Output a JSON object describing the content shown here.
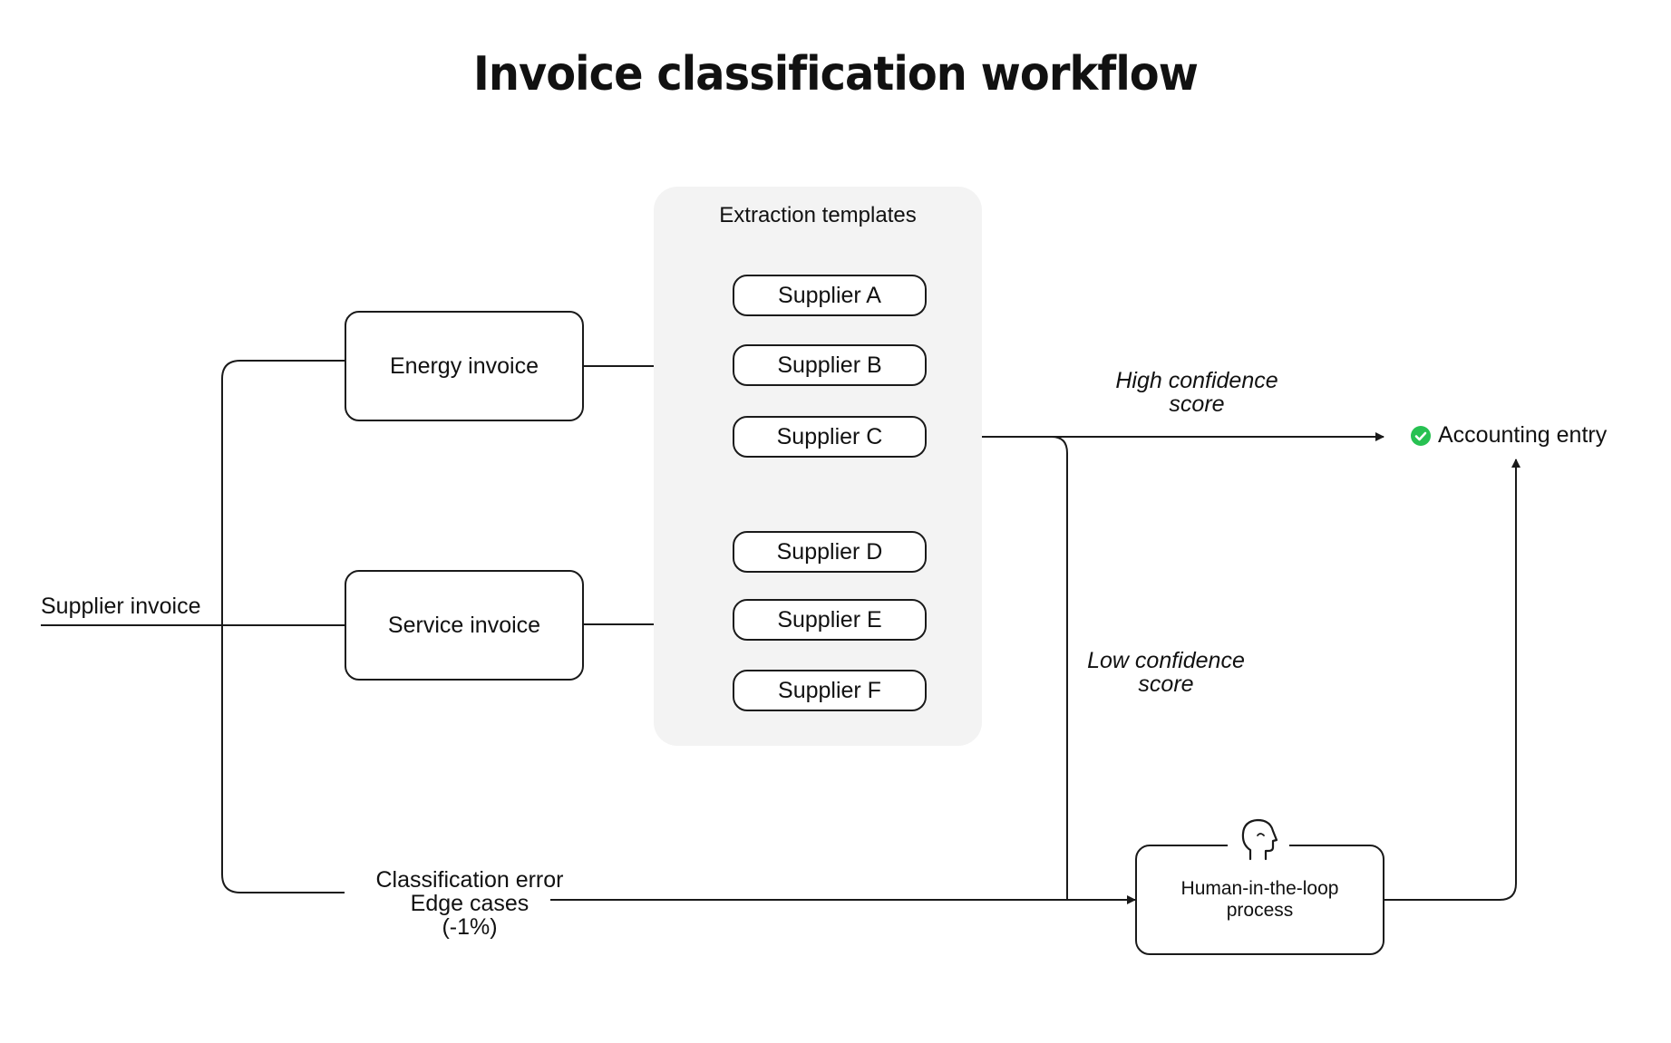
{
  "diagram": {
    "title": "Invoice classification workflow",
    "input_label": "Supplier invoice",
    "categories": [
      {
        "label": "Energy invoice"
      },
      {
        "label": "Service invoice"
      }
    ],
    "extraction_templates": {
      "title": "Extraction templates",
      "suppliers": [
        "Supplier A",
        "Supplier B",
        "Supplier C",
        "Supplier D",
        "Supplier E",
        "Supplier F"
      ]
    },
    "error_branch": {
      "line1": "Classification error",
      "line2": "Edge cases",
      "line3": "(-1%)"
    },
    "high_confidence": {
      "line1": "High confidence",
      "line2": "score"
    },
    "low_confidence": {
      "line1": "Low confidence",
      "line2": "score"
    },
    "output": {
      "label": "Accounting entry",
      "status_color": "#27c152",
      "icon": "check-circle-icon"
    },
    "human_review": {
      "line1": "Human-in-the-loop",
      "line2": "process",
      "icon": "human-head-icon"
    }
  }
}
